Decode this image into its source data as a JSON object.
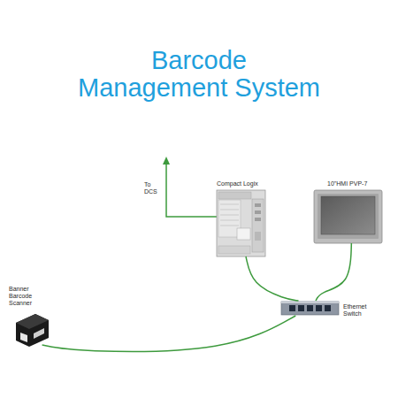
{
  "diagram": {
    "title": "Barcode Management System",
    "nodes": [
      {
        "text": [
          "Compact Logix"
        ]
      },
      {
        "text": [
          "10\"HMI PVP-7"
        ]
      },
      {
        "text": [
          "Banner Barcode Scanner"
        ]
      },
      {
        "text": [
          "Ethernet Switch"
        ]
      }
    ],
    "edges": [
      {
        "from": 0,
        "to": 3,
        "arrow": "none"
      },
      {
        "from": 1,
        "to": 3,
        "arrow": "none"
      },
      {
        "from": 2,
        "to": 3,
        "arrow": "none"
      }
    ],
    "labels": [
      "To DCS"
    ]
  }
}
